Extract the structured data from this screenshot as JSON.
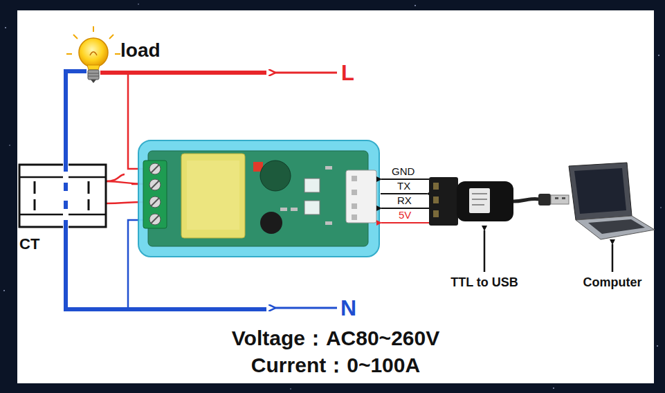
{
  "diagram": {
    "labels": [
      "load",
      "L",
      "GND",
      "TX",
      "RX",
      "5V",
      "CT",
      "TTL to USB",
      "Computer",
      "N",
      "Voltage：AC80~260V",
      "Current：0~100A"
    ]
  }
}
